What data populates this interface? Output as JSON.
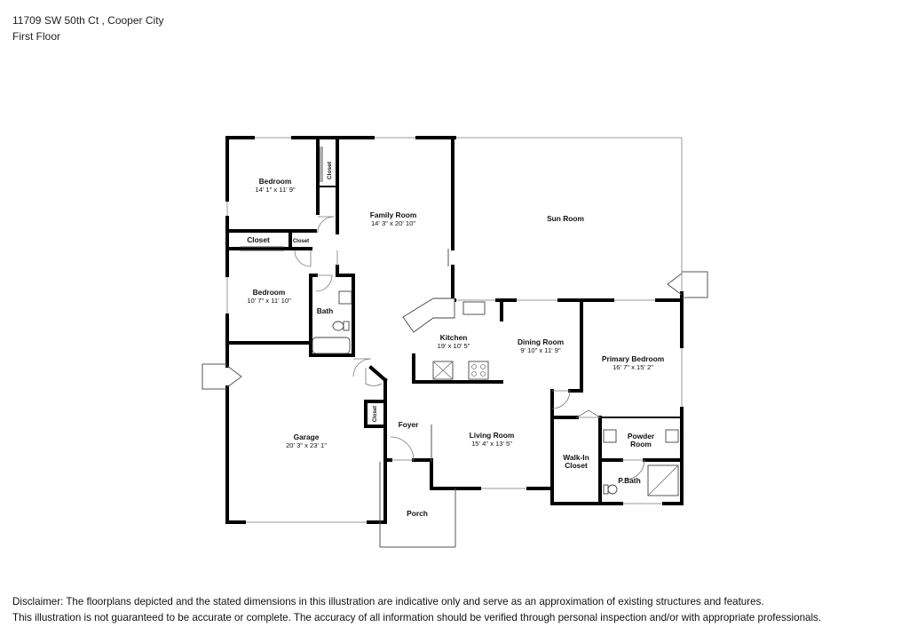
{
  "header": {
    "address": "11709 SW 50th Ct , Cooper City",
    "floor": "First Floor"
  },
  "rooms": {
    "bedroom1": {
      "name": "Bedroom",
      "dims": "14' 1\" x 11' 9\""
    },
    "closet1": {
      "name": "Closet"
    },
    "family": {
      "name": "Family Room",
      "dims": "14' 3\" x 20' 10\""
    },
    "sun": {
      "name": "Sun Room"
    },
    "closet2": {
      "name": "Closet"
    },
    "closet3": {
      "name": "Closet"
    },
    "bedroom2": {
      "name": "Bedroom",
      "dims": "10' 7\" x 11' 10\""
    },
    "bath": {
      "name": "Bath"
    },
    "kitchen": {
      "name": "Kitchen",
      "dims": "19' x 10' 5\""
    },
    "dining": {
      "name": "Dining Room",
      "dims": "9' 10\" x 11' 9\""
    },
    "primary": {
      "name": "Primary Bedroom",
      "dims": "16' 7\" x 15' 2\""
    },
    "closet4": {
      "name": "Closet"
    },
    "foyer": {
      "name": "Foyer"
    },
    "garage": {
      "name": "Garage",
      "dims": "20' 3\" x 23' 1\""
    },
    "living": {
      "name": "Living Room",
      "dims": "15' 4\" x 13' 5\""
    },
    "walkin": {
      "name1": "Walk-In",
      "name2": "Closet"
    },
    "powder": {
      "name1": "Powder",
      "name2": "Room"
    },
    "pbath": {
      "name": "P.Bath"
    },
    "porch": {
      "name": "Porch"
    }
  },
  "disclaimer": {
    "line1": "Disclaimer: The floorplans depicted and the stated dimensions in this illustration are indicative only and serve as an approximation of existing structures and features.",
    "line2": "This illustration is not guaranteed to be accurate or complete. The accuracy of all information should be verified through personal inspection and/or with appropriate professionals."
  }
}
